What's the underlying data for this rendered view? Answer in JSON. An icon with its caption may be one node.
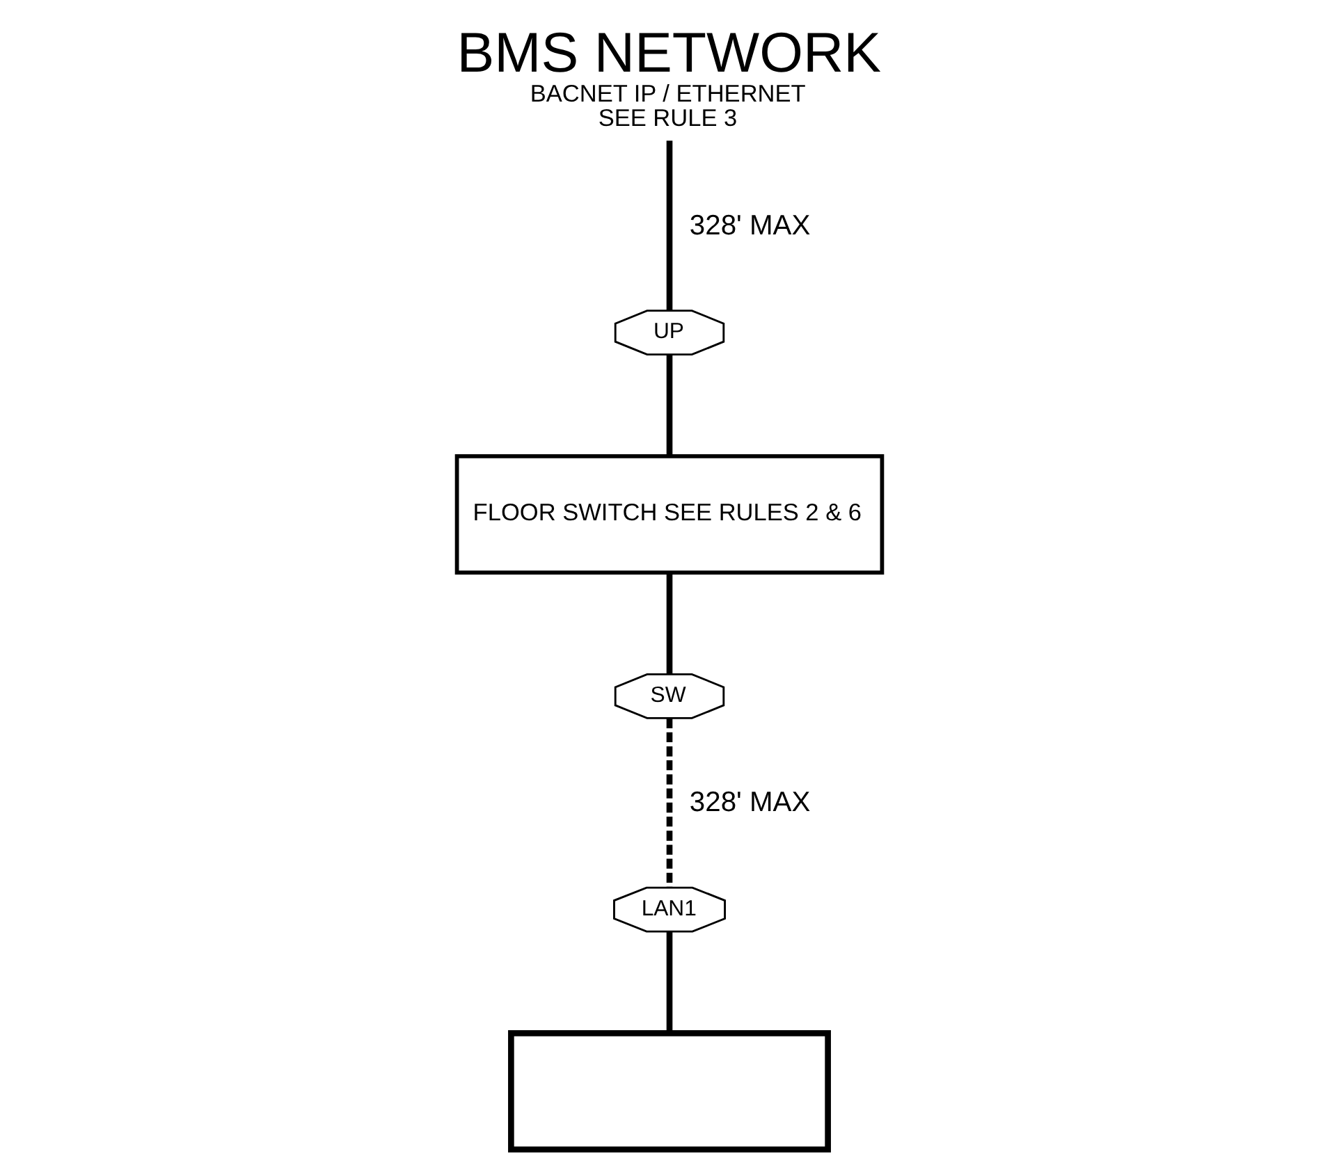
{
  "diagram": {
    "nodes": [
      {
        "text": [
          "BMS NETWORK",
          "BACNET IP / ETHERNET",
          "SEE RULE 3"
        ]
      },
      {
        "text": [
          "UP"
        ]
      },
      {
        "text": [
          "FLOOR SWITCH SEE RULES 2 & 6"
        ]
      },
      {
        "text": [
          "SW"
        ]
      },
      {
        "text": [
          "LAN1"
        ]
      },
      {
        "text": [],
        "shape": "box"
      }
    ],
    "edges": [
      {
        "from": 0,
        "to": 1,
        "label": "328' MAX",
        "arrow": "none"
      },
      {
        "from": 1,
        "to": 2,
        "arrow": "none"
      },
      {
        "from": 2,
        "to": 3,
        "arrow": "none"
      },
      {
        "from": 3,
        "to": 4,
        "label": "328' MAX",
        "arrow": "none",
        "style": "dashed"
      },
      {
        "from": 4,
        "to": 5,
        "arrow": "none"
      }
    ]
  }
}
